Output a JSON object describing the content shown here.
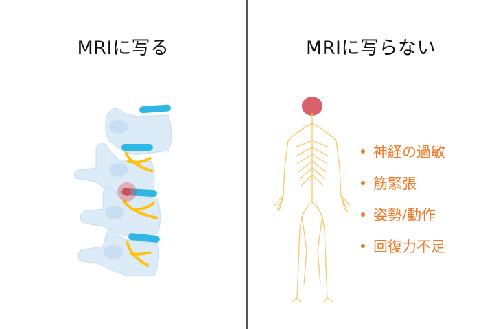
{
  "left_panel": {
    "title": "MRIに写る",
    "illustration": "lumbar-spine-with-inflamed-disc",
    "colors": {
      "bone": "#dcebf8",
      "disc": "#2fb6e4",
      "nerve": "#ffc20e",
      "inflammation": "#ee3b3b"
    }
  },
  "right_panel": {
    "title": "MRIに写らない",
    "illustration": "human-nervous-system",
    "colors": {
      "brain": "#d9616a",
      "nerve": "#f5c76a"
    },
    "items": [
      {
        "label": "神経の過敏"
      },
      {
        "label": "筋緊張"
      },
      {
        "label": "姿勢/動作"
      },
      {
        "label": "回復力不足"
      }
    ],
    "accent_color": "#f07a2a"
  },
  "divider_color": "#555555"
}
